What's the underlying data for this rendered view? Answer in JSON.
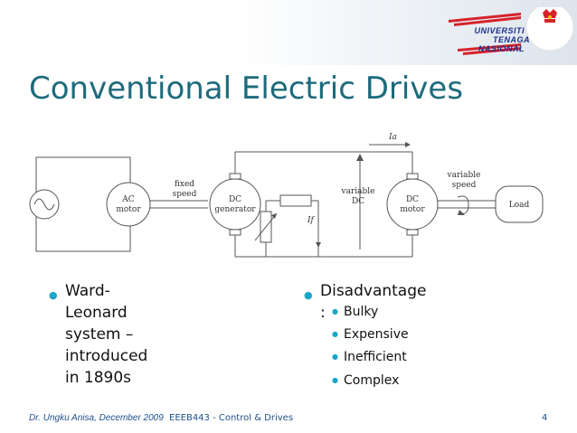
{
  "logo": {
    "line1": "UNIVERSITI",
    "line2": "TENAGA",
    "line3": "NASIONAL"
  },
  "title": "Conventional Electric Drives",
  "diagram": {
    "ac_motor": [
      "AC",
      "motor"
    ],
    "dc_generator": [
      "DC",
      "generator"
    ],
    "dc_motor": [
      "DC",
      "motor"
    ],
    "load": "Load",
    "fixed_speed": [
      "fixed",
      "speed"
    ],
    "variable_dc": [
      "variable",
      "DC"
    ],
    "variable_speed": [
      "variable",
      "speed"
    ],
    "current_armature": "Ia",
    "current_field": "If"
  },
  "left_bullets": [
    {
      "lines": [
        "Ward-Leonard system –",
        "introduced in 1890s"
      ]
    }
  ],
  "right_bullet": "Disadvantage :",
  "sub_bullets": [
    "Bulky",
    "Expensive",
    "Inefficient",
    "Complex"
  ],
  "footer": {
    "author": "Dr. Ungku Anisa, December 2009",
    "course": "EEEB443 - Control & Drives",
    "page": "4"
  },
  "colors": {
    "title": "#1e6b7c",
    "bullet": "#1aa6c8",
    "footer": "#1e4f8a",
    "logo_red": "#d6232a",
    "logo_blue": "#1c2f8a"
  }
}
